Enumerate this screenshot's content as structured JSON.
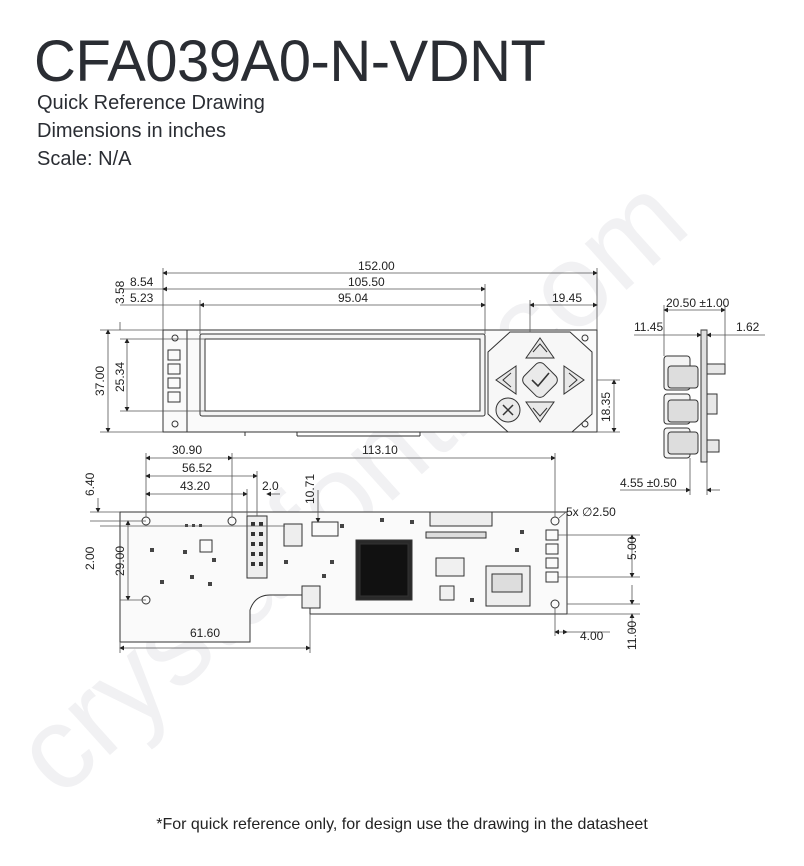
{
  "header": {
    "title": "CFA039A0-N-VDNT",
    "line1": "Quick Reference Drawing",
    "line2": "Dimensions in inches",
    "line3": "Scale: N/A"
  },
  "watermark": "crystalfontz.com",
  "footnote": "*For quick reference only, for design use the drawing in the datasheet",
  "front_view": {
    "dim_overall_width": "152.00",
    "dim_3_58": "3.58",
    "dim_8_54": "8.54",
    "dim_105_50": "105.50",
    "dim_5_23": "5.23",
    "dim_95_04": "95.04",
    "dim_19_45": "19.45",
    "dim_37_00": "37.00",
    "dim_25_34": "25.34",
    "dim_18_35": "18.35"
  },
  "side_view": {
    "dim_20_50": "20.50 ±1.00",
    "dim_11_45": "11.45",
    "dim_1_62": "1.62",
    "dim_4_55": "4.55 ±0.50"
  },
  "back_view": {
    "dim_30_90": "30.90",
    "dim_113_10": "113.10",
    "dim_6_40": "6.40",
    "dim_56_52": "56.52",
    "dim_43_20": "43.20",
    "dim_2_0": "2.0",
    "dim_10_71": "10.71",
    "dim_holes": "5x ∅2.50",
    "dim_2_00": "2.00",
    "dim_29_00": "29.00",
    "dim_5_00": "5.00",
    "dim_61_60": "61.60",
    "dim_4_00": "4.00",
    "dim_11_00": "11.00"
  },
  "icons": [
    "up-arrow-icon",
    "down-arrow-icon",
    "left-arrow-icon",
    "right-arrow-icon",
    "check-icon",
    "x-icon"
  ]
}
